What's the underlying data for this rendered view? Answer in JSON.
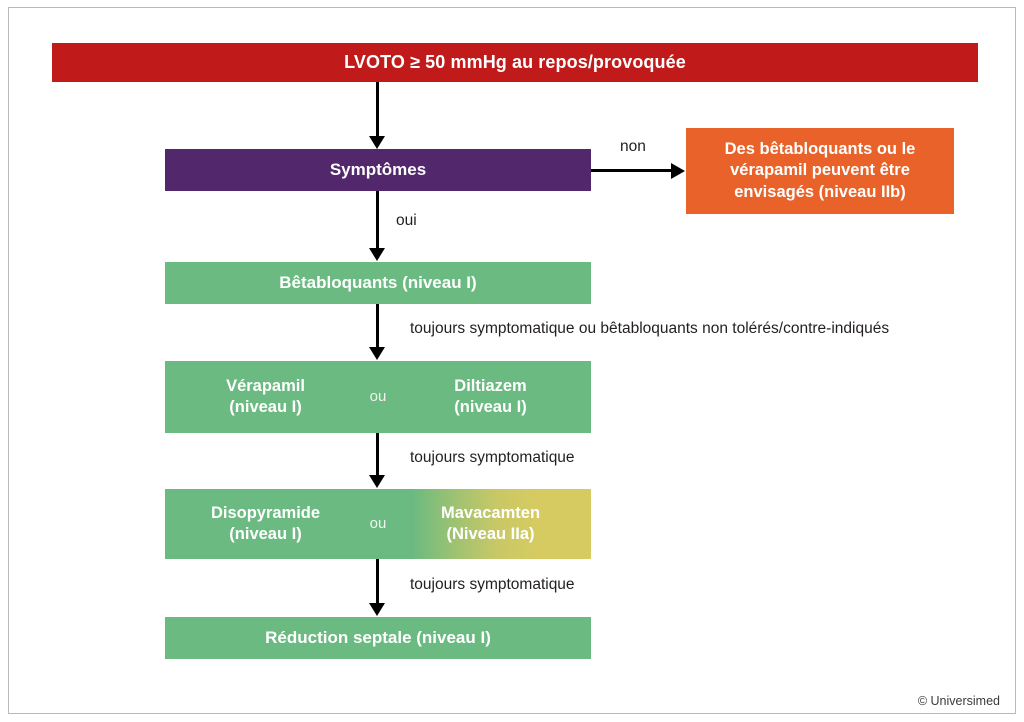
{
  "diagram": {
    "title": "LVOTO ≥ 50 mmHg au repos/provoquée",
    "colors": {
      "red": "#c01a1a",
      "purple": "#53276b",
      "orange": "#e8622a",
      "green": "#6bba81",
      "yellow": "#d6cb60",
      "connector": "#000000"
    },
    "nodes": {
      "lvoto": {
        "label": "LVOTO ≥ 50 mmHg au repos/provoquée"
      },
      "symptomes": {
        "label": "Symptômes"
      },
      "alternative": {
        "label": "Des bêtabloquants ou le vérapamil peuvent être envisagés (niveau IIb)"
      },
      "betabloquants": {
        "label": "Bêtabloquants (niveau I)"
      },
      "verapamil_diltiazem": {
        "left": "Vérapamil\n(niveau I)",
        "conjunction": "ou",
        "right": "Diltiazem\n(niveau I)"
      },
      "disopyramide_mavacamten": {
        "left": "Disopyramide\n(niveau I)",
        "conjunction": "ou",
        "right": "Mavacamten\n(Niveau IIa)"
      },
      "reduction": {
        "label": "Réduction septale (niveau I)"
      }
    },
    "edges": {
      "non": "non",
      "oui": "oui",
      "after_beta": "toujours symptomatique ou bêtabloquants non tolérés/contre-indiqués",
      "after_verapamil": "toujours symptomatique",
      "after_disopyramide": "toujours symptomatique"
    },
    "footer": "© Universimed"
  }
}
